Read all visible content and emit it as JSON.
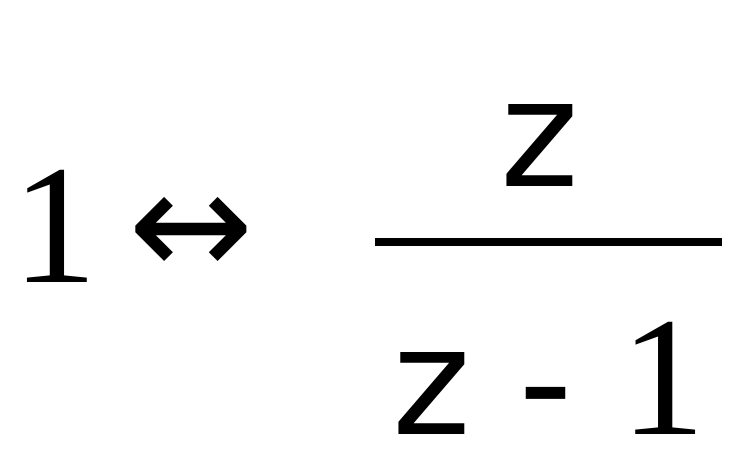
{
  "equation": {
    "lhs": "1",
    "operator": "↔",
    "numerator": "z",
    "denominator": {
      "variable": "z",
      "minus": "-",
      "constant": "1"
    }
  }
}
